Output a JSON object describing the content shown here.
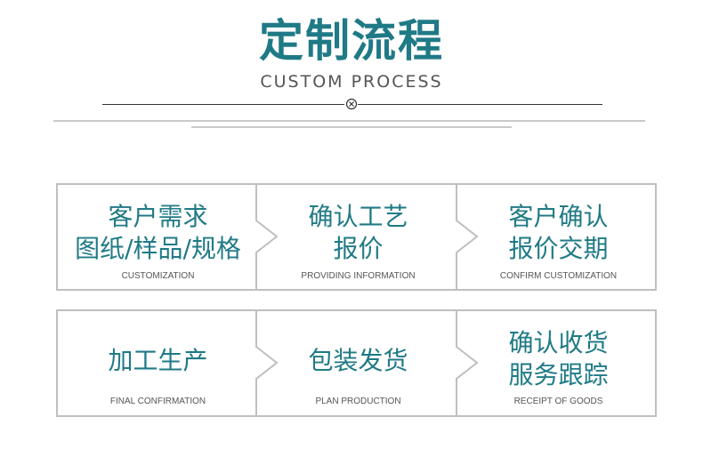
{
  "header": {
    "title": "定制流程",
    "subtitle": "CUSTOM PROCESS"
  },
  "steps": [
    {
      "label_lines": [
        "客户需求",
        "图纸/样品/规格"
      ],
      "english": "CUSTOMIZATION"
    },
    {
      "label_lines": [
        "确认工艺",
        "报价"
      ],
      "english": "PROVIDING INFORMATION"
    },
    {
      "label_lines": [
        "客户确认",
        "报价交期"
      ],
      "english": "CONFIRM CUSTOMIZATION"
    },
    {
      "label_lines": [
        "加工生产"
      ],
      "english": "FINAL CONFIRMATION"
    },
    {
      "label_lines": [
        "包装发货"
      ],
      "english": "PLAN PRODUCTION"
    },
    {
      "label_lines": [
        "确认收货",
        "服务跟踪"
      ],
      "english": "RECEIPT OF GOODS"
    }
  ],
  "colors": {
    "accent": "#1f7a86",
    "border": "#bfbfbf",
    "text_gray": "#555555"
  },
  "icons": {
    "divider_mark": "circle-x-icon",
    "step_arrow": "chevron-right-icon"
  }
}
